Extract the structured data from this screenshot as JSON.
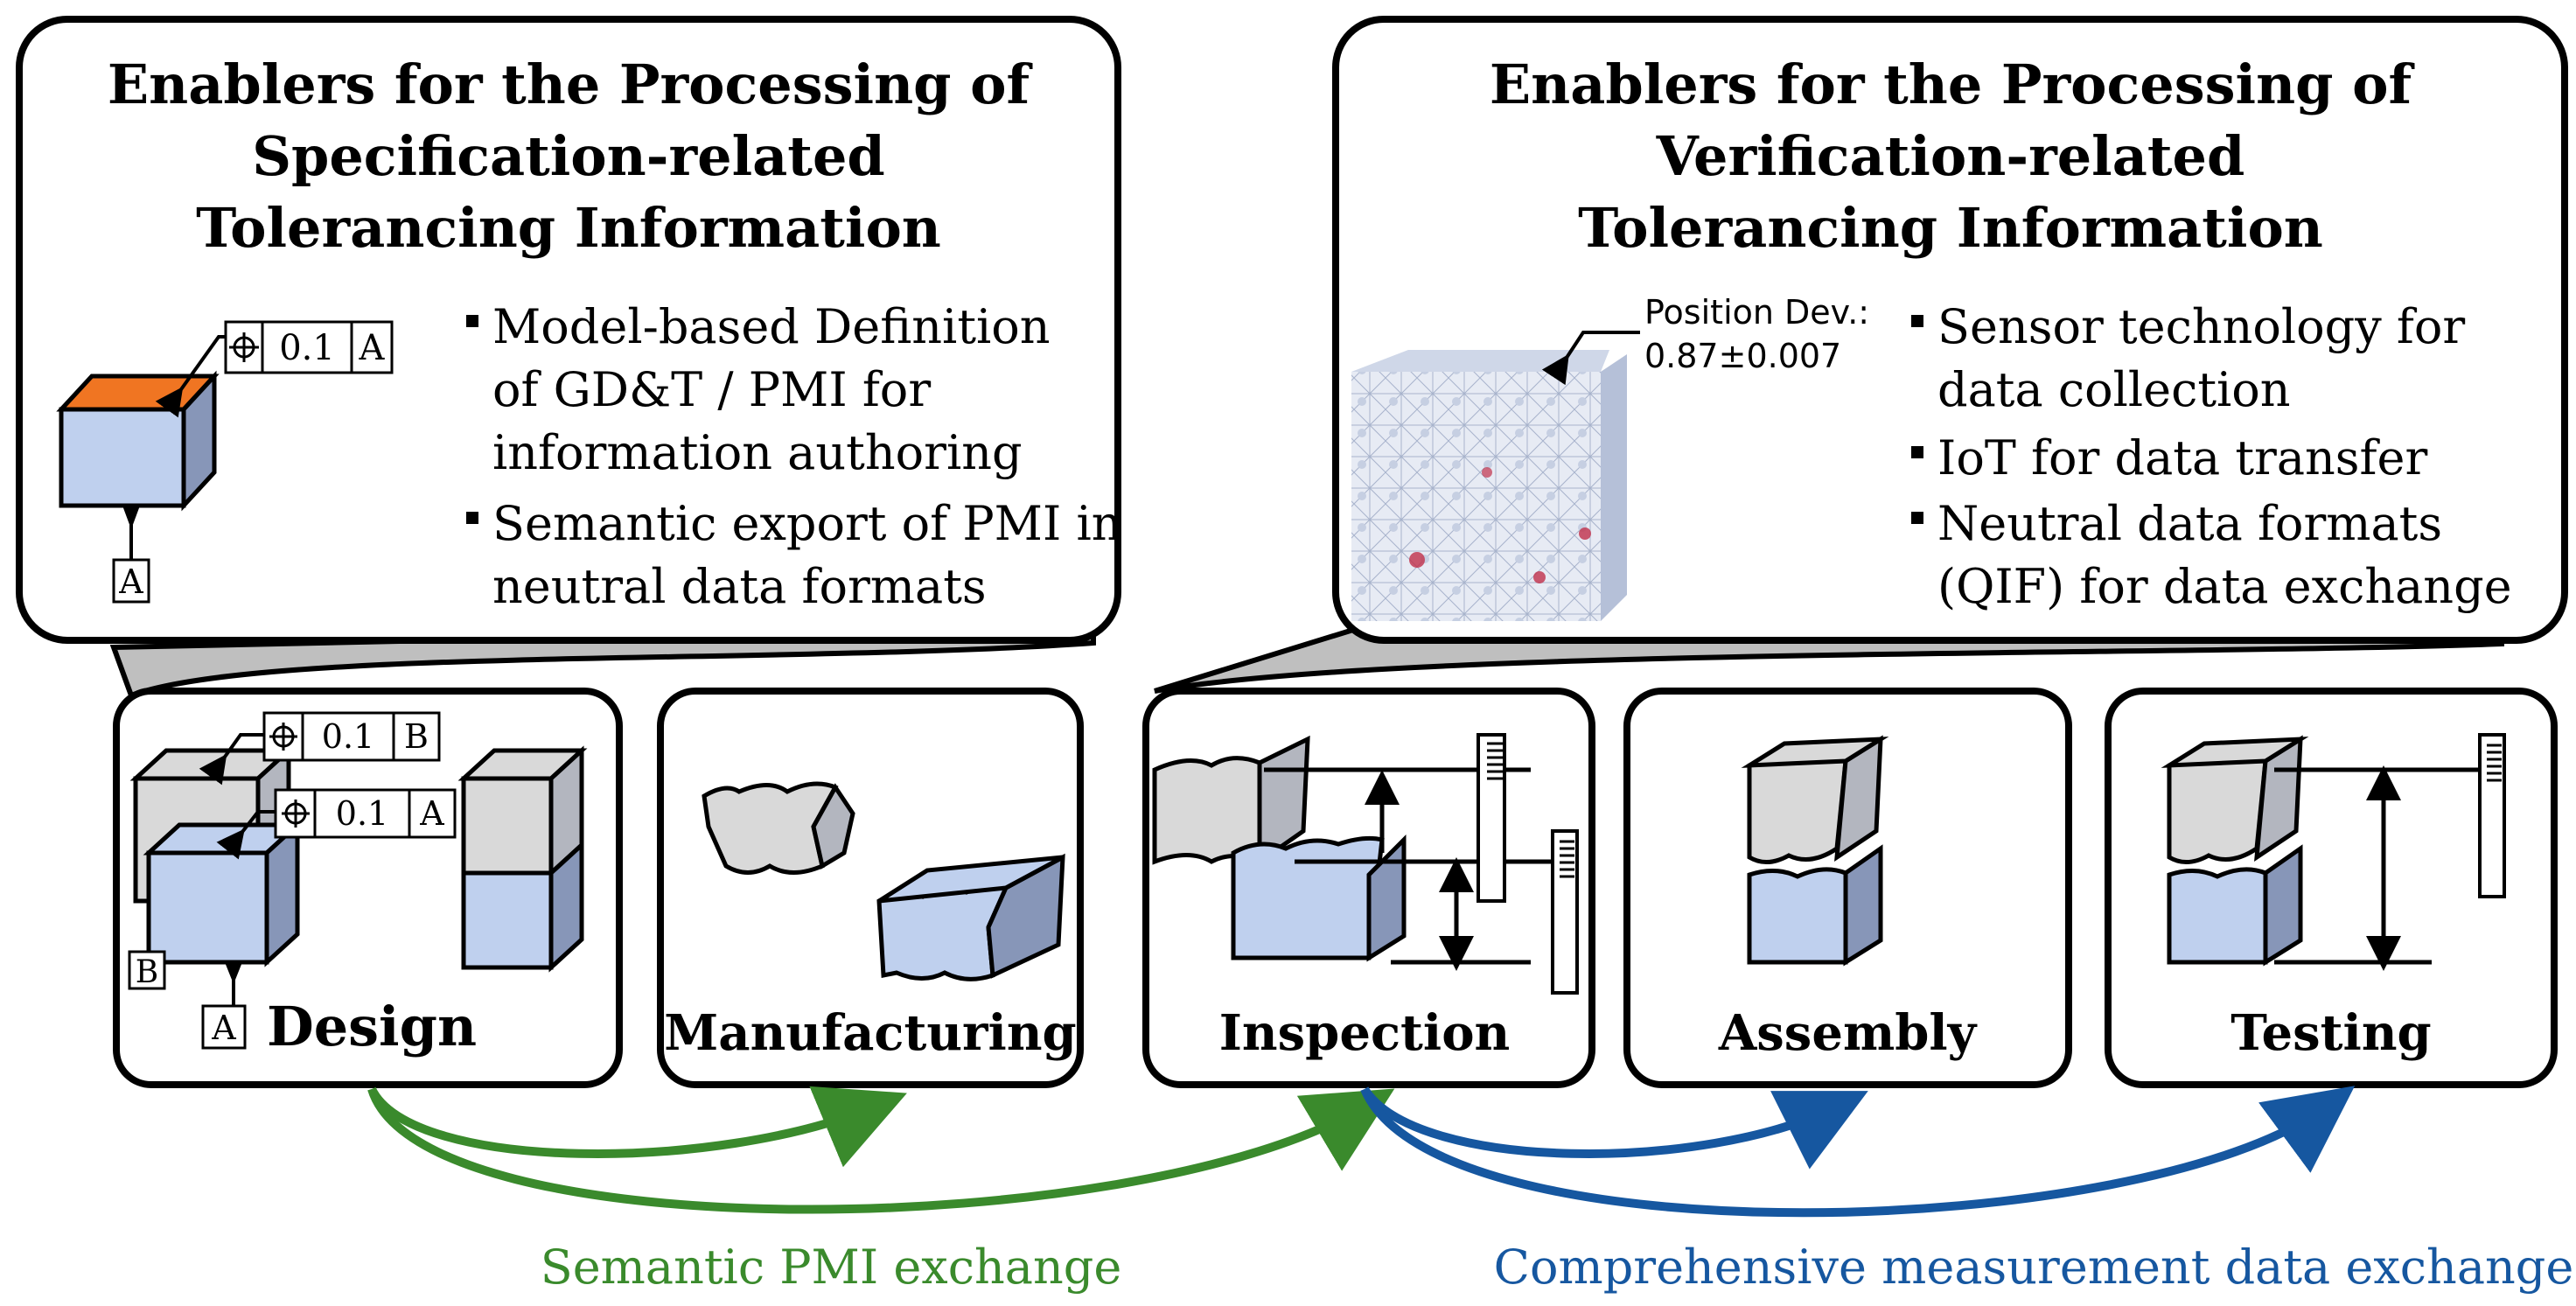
{
  "panels": {
    "specification": {
      "title_lines": [
        "Enablers for the Processing of",
        "Specification-related",
        "Tolerancing Information"
      ],
      "bullets": [
        [
          "Model-based Definition",
          "of GD&T / PMI for",
          "information authoring"
        ],
        [
          "Semantic export of PMI in",
          "neutral data formats"
        ]
      ],
      "fcf_value": "0.1",
      "fcf_datum": "A",
      "datum_label": "A"
    },
    "verification": {
      "title_lines": [
        "Enablers for the Processing of",
        "Verification-related",
        "Tolerancing Information"
      ],
      "bullets": [
        [
          "Sensor technology for",
          "data collection"
        ],
        [
          "IoT for data transfer"
        ],
        [
          "Neutral data formats",
          "(QIF) for data exchange"
        ]
      ],
      "deviation_label": "Position Dev.:",
      "deviation_value": "0.87±0.007"
    }
  },
  "stages": {
    "design": {
      "label": "Design",
      "fcf1_value": "0.1",
      "fcf1_datum": "B",
      "fcf2_value": "0.1",
      "fcf2_datum": "A",
      "datum_a": "A",
      "datum_b": "B"
    },
    "manufacturing": {
      "label": "Manufacturing"
    },
    "inspection": {
      "label": "Inspection"
    },
    "assembly": {
      "label": "Assembly"
    },
    "testing": {
      "label": "Testing"
    }
  },
  "flows": {
    "pmi": {
      "label": "Semantic PMI exchange",
      "color": "#3a8a2c"
    },
    "measurement": {
      "label": "Comprehensive measurement data exchange",
      "color": "#1657a0"
    }
  },
  "colors": {
    "part_gray_front": "#d9d9d9",
    "part_gray_side": "#b3b6bf",
    "part_blue_front": "#bfd0ee",
    "part_blue_side": "#8796b8",
    "highlight_face": "#f07522",
    "callout_fill": "#bfbfbf"
  }
}
